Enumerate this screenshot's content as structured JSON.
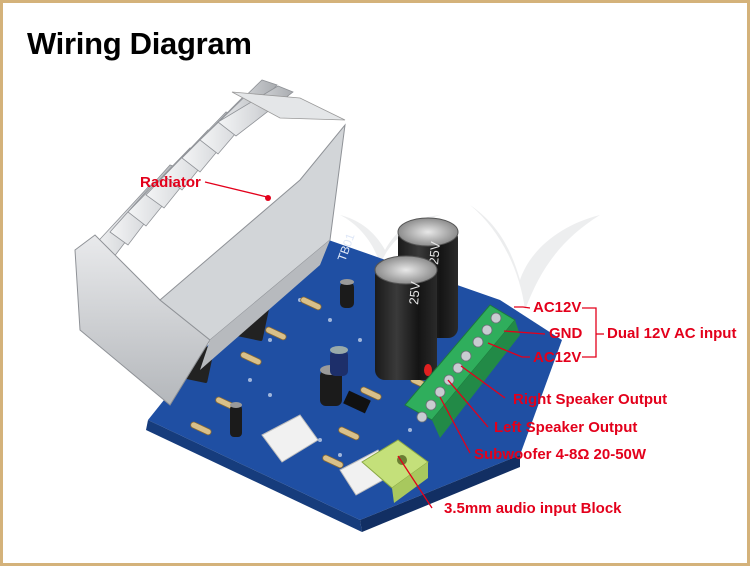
{
  "title": "Wiring Diagram",
  "labels": {
    "radiator": "Radiator",
    "ac12v_top": "AC12V",
    "gnd": "GND",
    "ac12v_bottom": "AC12V",
    "dual_input": "Dual 12V AC input",
    "right_speaker": "Right Speaker Output",
    "left_speaker": "Left Speaker Output",
    "subwoofer": "Subwoofer 4-8Ω 20-50W",
    "audio_input": "3.5mm audio input Block"
  },
  "board": {
    "silkscreen": "TB01",
    "capacitor_marking": "25V"
  },
  "colors": {
    "accent": "#e3001b",
    "board": "#1f4fa3",
    "heatsink": "#c9ccd0",
    "terminal": "#2fae5c",
    "frame": "#d4b27a"
  }
}
